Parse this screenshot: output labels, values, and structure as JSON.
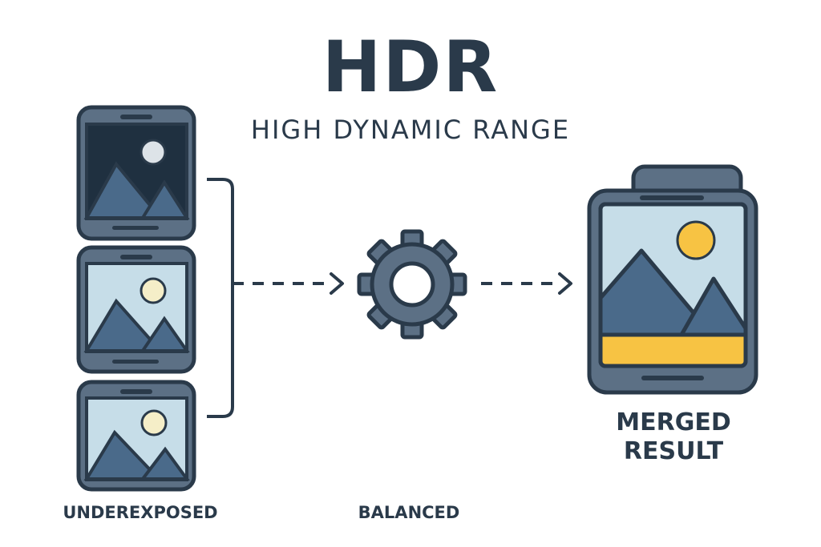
{
  "title": "HDR",
  "subtitle": "HIGH DYNAMIC RANGE",
  "labels": {
    "underexposed": "UNDEREXPOSED",
    "balanced": "BALANCED",
    "merged_line1": "MERGED",
    "merged_line2": "RESULT"
  },
  "colors": {
    "outline": "#2a3a4a",
    "device_body": "#5c7085",
    "dark_sky": "#1f3040",
    "light_sky": "#c6dde8",
    "mountain": "#4a6a8a",
    "pale_sun": "#f5eec8",
    "light_gray_sun": "#dde3e8",
    "gold_sun": "#f7c343",
    "gold_ground": "#f7c343",
    "gear": "#5c7085",
    "background": "#ffffff"
  },
  "icons": [
    "phone-icon",
    "gear-icon",
    "arrow-icon",
    "mountain-icon",
    "sun-icon"
  ]
}
